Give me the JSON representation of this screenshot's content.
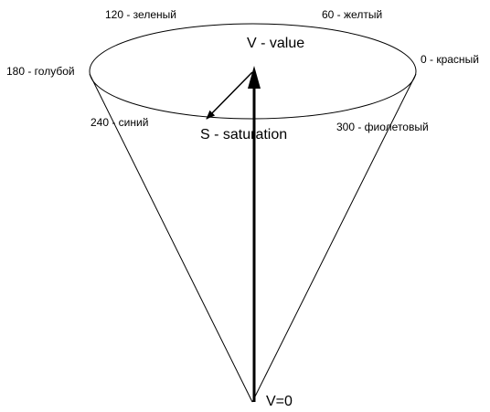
{
  "labels": {
    "green": "120 - зеленый",
    "yellow": "60 - желтый",
    "red": "0 - красный",
    "cyan": "180 - голубой",
    "blue": "240 - синий",
    "magenta": "300 - фиолетовый",
    "value_axis": "V - value",
    "saturation": "S - saturation",
    "apex": "V=0"
  },
  "colors": {
    "line": "#000000",
    "background": "#ffffff"
  }
}
